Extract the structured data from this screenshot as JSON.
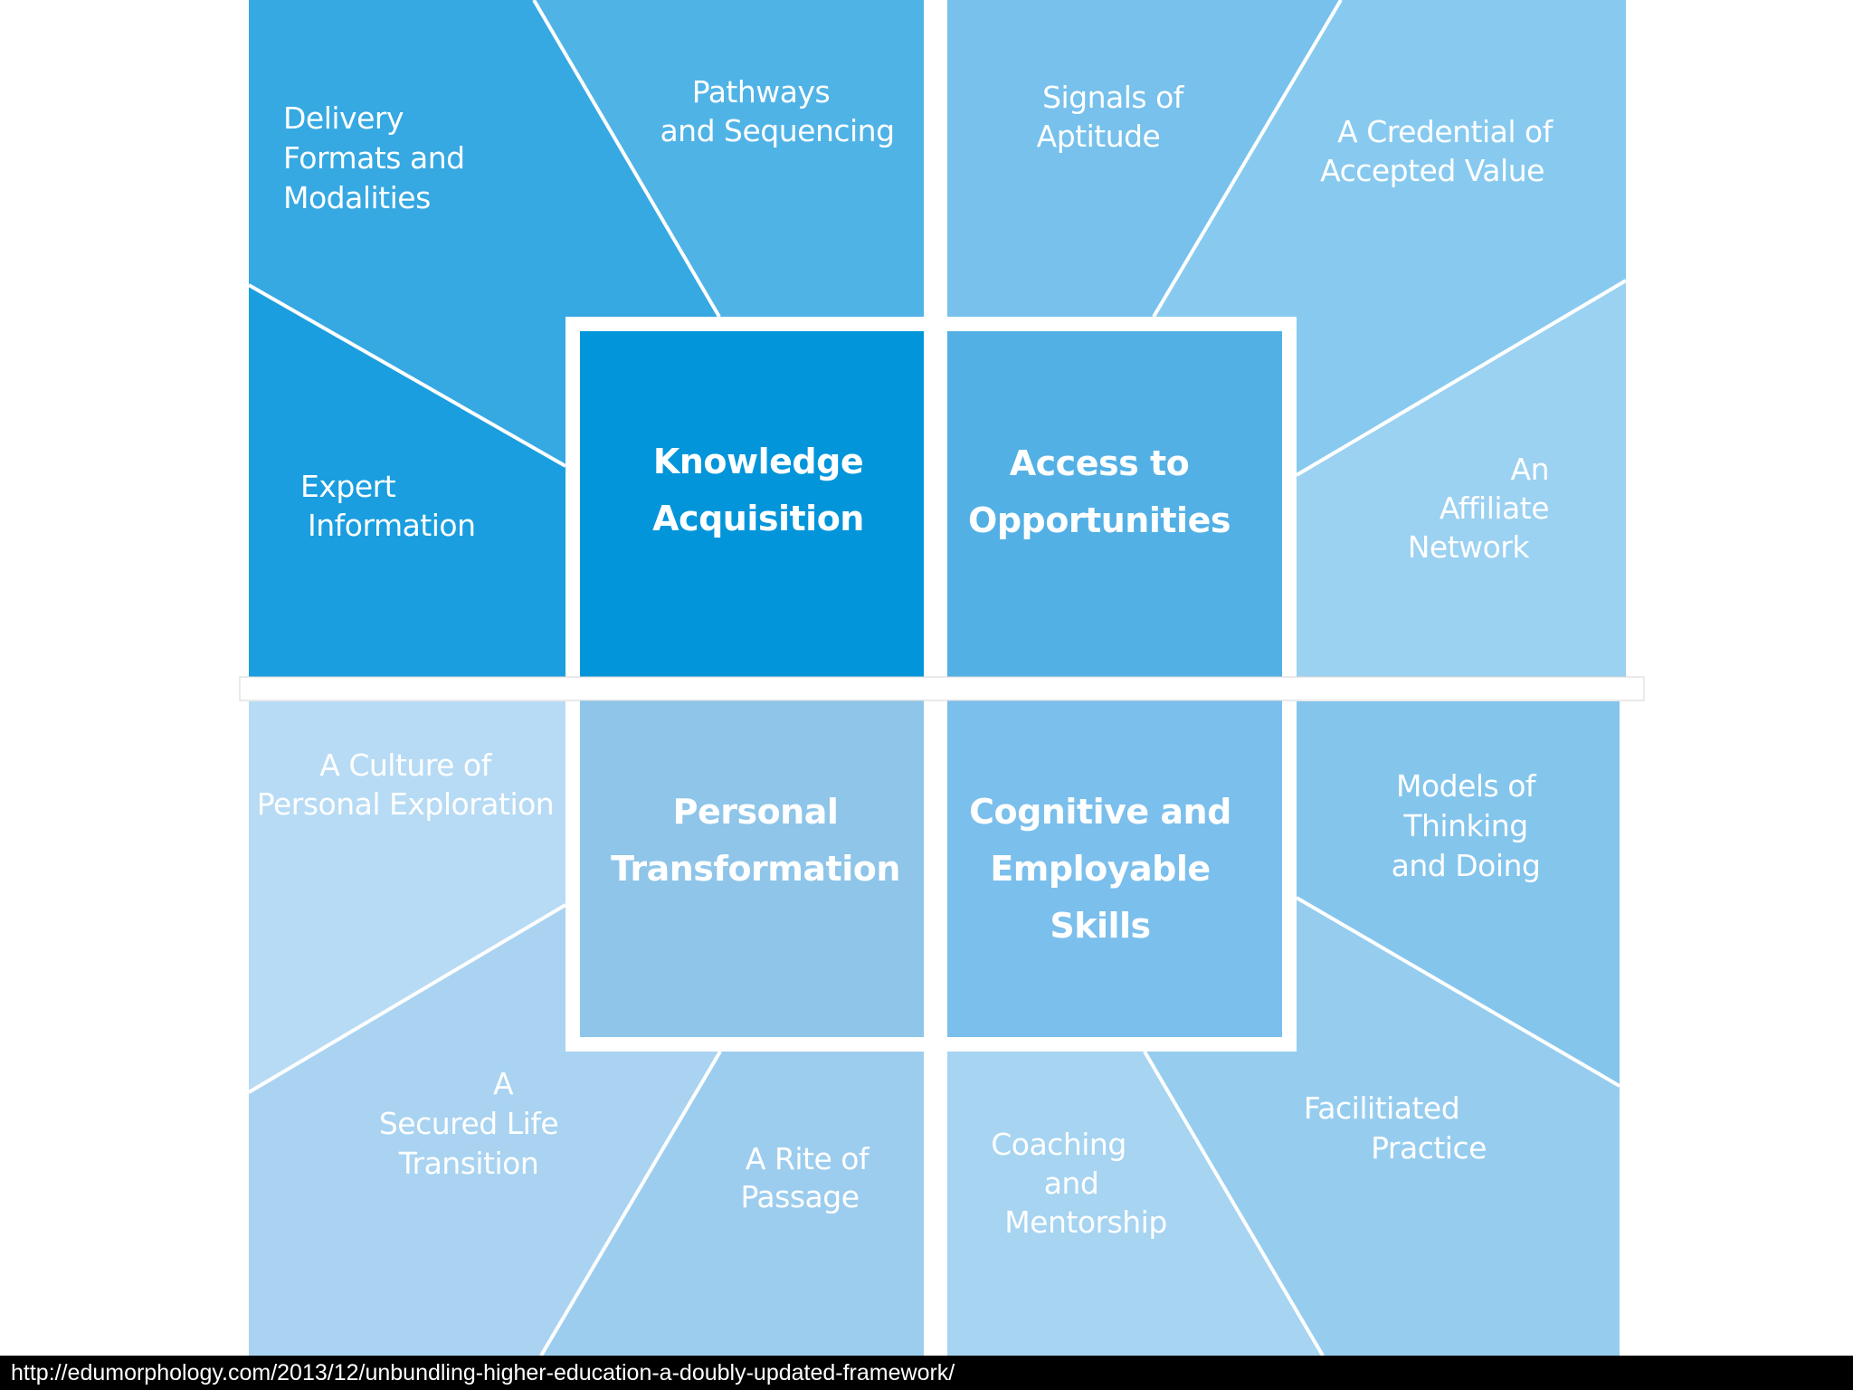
{
  "colors": {
    "knowledge_hub": "#0295da",
    "access_hub": "#52b0e4",
    "personal_hub": "#8ec5e9",
    "cognitive_hub": "#7bbfec",
    "divider": "#ffffff",
    "source_bar": "#000000"
  },
  "quadrants": {
    "knowledge": {
      "hub_lines": [
        "Knowledge",
        "Acquisition"
      ],
      "petals": [
        {
          "lines": [
            "Delivery",
            "Formats and",
            "Modalities"
          ],
          "color": "#36a8e2"
        },
        {
          "lines": [
            "Pathways",
            "and Sequencing"
          ],
          "color": "#50b3e6"
        },
        {
          "lines": [
            "Expert",
            "Information"
          ],
          "color": "#1b9edf"
        }
      ]
    },
    "access": {
      "hub_lines": [
        "Access to",
        "Opportunities"
      ],
      "petals": [
        {
          "lines": [
            "Signals of",
            "Aptitude"
          ],
          "color": "#77c1ec"
        },
        {
          "lines": [
            "A Credential of",
            "Accepted Value"
          ],
          "color": "#88caef"
        },
        {
          "lines": [
            "An",
            "Affiliate",
            "Network"
          ],
          "color": "#9bd1f1"
        }
      ]
    },
    "personal": {
      "hub_lines": [
        "Personal",
        "Transformation"
      ],
      "petals": [
        {
          "lines": [
            "A Culture of",
            "Personal Exploration"
          ],
          "color": "#b7dbf4"
        },
        {
          "lines": [
            "A",
            "Secured Life",
            "Transition"
          ],
          "color": "#a9d3f1"
        },
        {
          "lines": [
            "A Rite of",
            "Passage"
          ],
          "color": "#9dcdee"
        }
      ]
    },
    "cognitive": {
      "hub_lines": [
        "Cognitive and",
        "Employable",
        "Skills"
      ],
      "petals": [
        {
          "lines": [
            "Models of",
            "Thinking",
            "and Doing"
          ],
          "color": "#84c5ec"
        },
        {
          "lines": [
            "Facilitiated",
            "Practice"
          ],
          "color": "#96cdef"
        },
        {
          "lines": [
            "Coaching",
            "and",
            "Mentorship"
          ],
          "color": "#a6d4f1"
        }
      ]
    }
  },
  "source_url": "http://edumorphology.com/2013/12/unbundling-higher-education-a-doubly-updated-framework/"
}
